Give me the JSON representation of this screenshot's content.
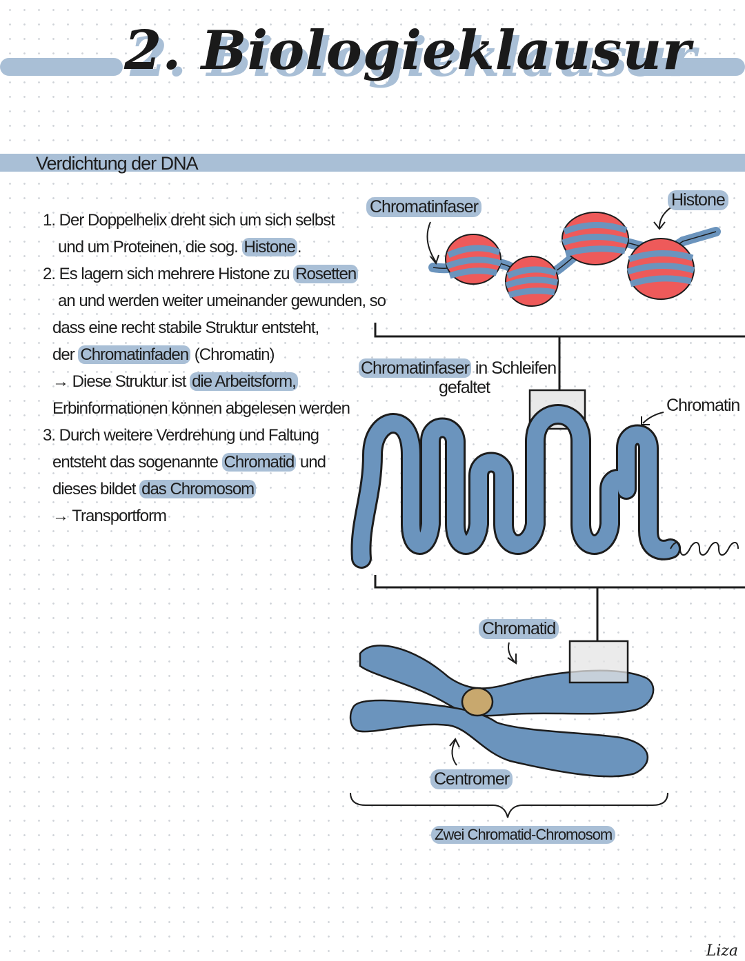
{
  "title": "2. Biologieklausur",
  "section_title": "Verdichtung der DNA",
  "notes": {
    "l1a": "1. Der Doppelhelix dreht sich um sich selbst",
    "l1b": "und um Proteinen, die sog. ",
    "l1b_hl": "Histone",
    "l1b_end": ".",
    "l2a": "2. Es lagern sich mehrere Histone zu ",
    "l2a_hl": "Rosetten",
    "l2b": "an und werden weiter umeinander gewunden, so",
    "l2c": "dass eine recht stabile Struktur entsteht,",
    "l2d": "der ",
    "l2d_hl": "Chromatinfaden",
    "l2d_end": " (Chromatin)",
    "l2e": "→ Diese Struktur ist ",
    "l2e_hl": "die Arbeitsform,",
    "l2f": "Erbinformationen können abgelesen werden",
    "l3a": "3. Durch weitere Verdrehung und Faltung",
    "l3b": "entsteht das sogenannte ",
    "l3b_hl": "Chromatid",
    "l3b_end": " und",
    "l3c": "dieses bildet ",
    "l3c_hl": "das Chromosom",
    "l3d": "→ Transportform"
  },
  "labels": {
    "chromatinfaser": "Chromatinfaser",
    "histone": "Histone",
    "schleifen_1_hl": "Chromatinfaser",
    "schleifen_1": " in Schleifen",
    "schleifen_2": "gefaltet",
    "chromatin": "Chromatin",
    "chromatid": "Chromatid",
    "centromer": "Centromer",
    "zwei_chromatid": "Zwei Chromatid-Chromosom"
  },
  "signature": "Liza",
  "colors": {
    "highlight": "#a9bfd6",
    "dna_blue": "#6b94bd",
    "histone_red": "#ee5a5a",
    "centromere": "#c8a86e",
    "box_grey": "#e4e4e4"
  }
}
